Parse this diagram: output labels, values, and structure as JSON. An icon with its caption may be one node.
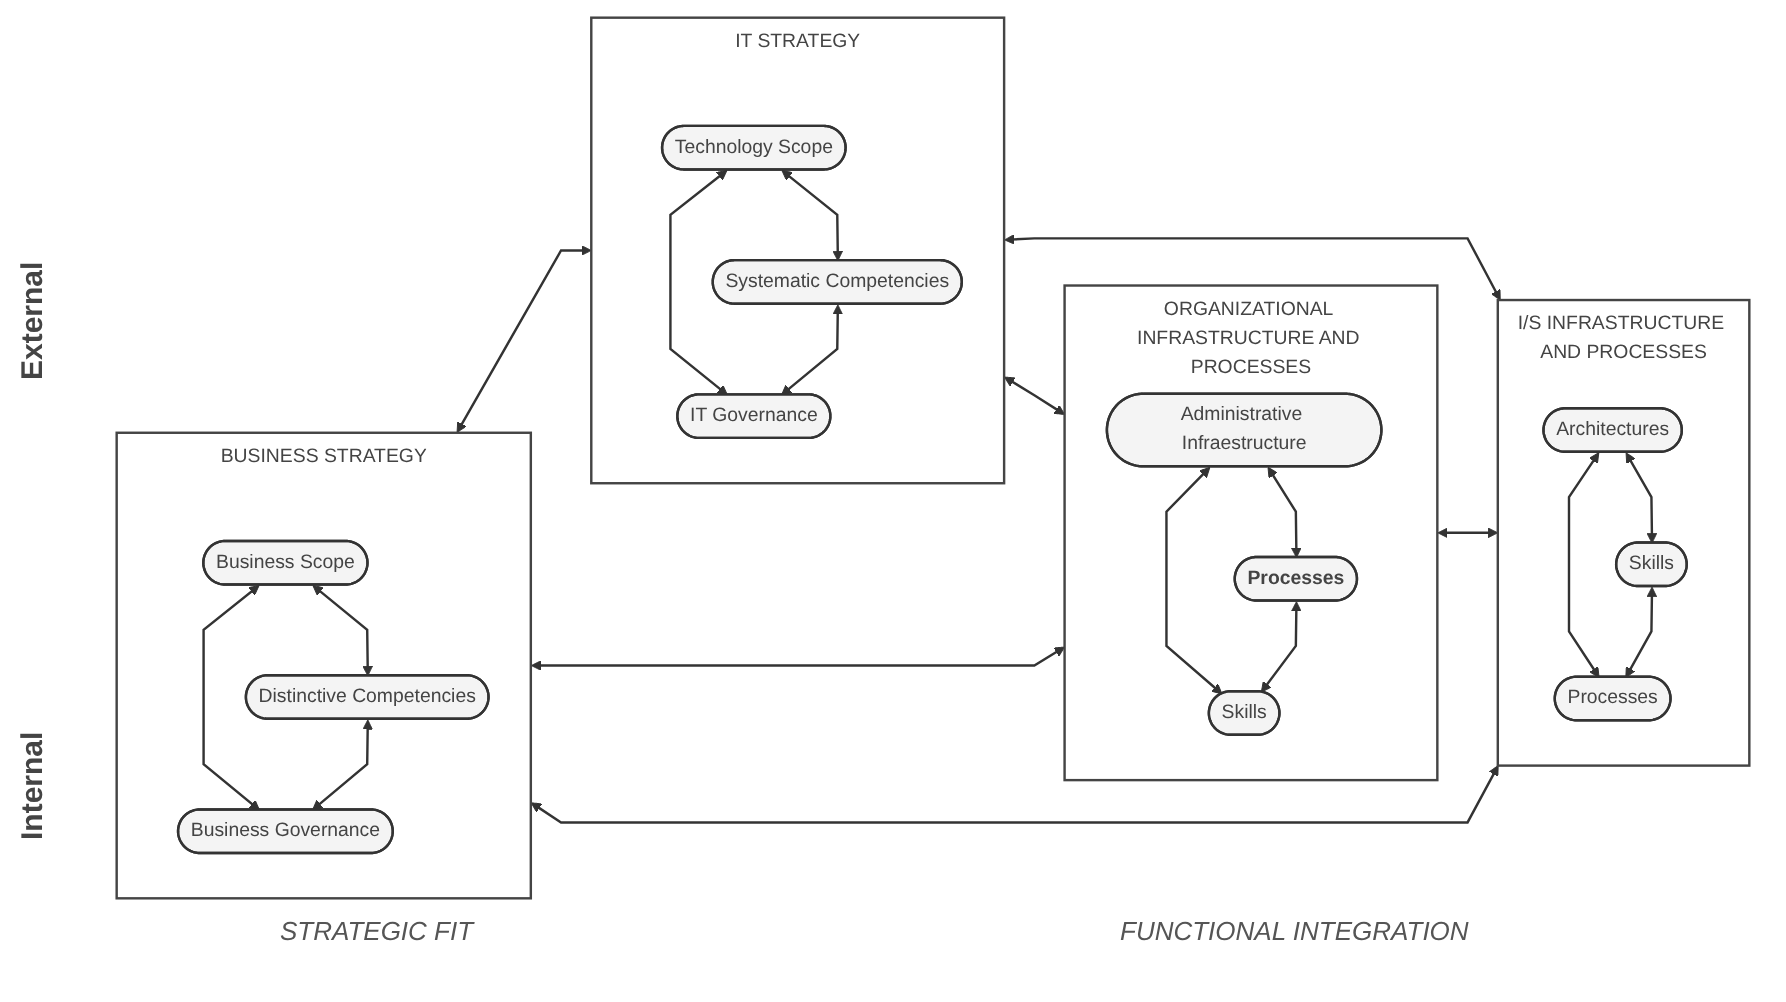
{
  "diagram": {
    "nodes": [
      {
        "text": [
          "BUSINESS STRATEGY"
        ]
      },
      {
        "text": [
          "Business Scope"
        ],
        "in": 0
      },
      {
        "text": [
          "Distinctive Competencies"
        ],
        "in": 0
      },
      {
        "text": [
          "Business Governance"
        ],
        "in": 0
      },
      {
        "text": [
          "IT STRATEGY"
        ]
      },
      {
        "text": [
          "Technology Scope"
        ],
        "in": 4
      },
      {
        "text": [
          "Systematic Competencies"
        ],
        "in": 4
      },
      {
        "text": [
          "IT Governance"
        ],
        "in": 4
      },
      {
        "text": [
          "ORGANIZATIONAL INFRASTRUCTURE AND PROCESSES"
        ]
      },
      {
        "text": [
          "Administrative Infraestructure"
        ],
        "in": 8
      },
      {
        "text": [
          "Processes"
        ],
        "in": 8
      },
      {
        "text": [
          "Skills"
        ],
        "in": 8
      },
      {
        "text": [
          "I/S INFRASTRUCTURE AND PROCESSES"
        ]
      },
      {
        "text": [
          "Architectures"
        ],
        "in": 12
      },
      {
        "text": [
          "Skills"
        ],
        "in": 12
      },
      {
        "text": [
          "Processes"
        ],
        "in": 12
      }
    ],
    "edges": [
      {
        "from": 1,
        "to": 2,
        "arrow": "both"
      },
      {
        "from": 1,
        "to": 3,
        "arrow": "both"
      },
      {
        "from": 2,
        "to": 3,
        "arrow": "both"
      },
      {
        "from": 5,
        "to": 6,
        "arrow": "both"
      },
      {
        "from": 5,
        "to": 7,
        "arrow": "both"
      },
      {
        "from": 6,
        "to": 7,
        "arrow": "both"
      },
      {
        "from": 9,
        "to": 10,
        "arrow": "both"
      },
      {
        "from": 9,
        "to": 11,
        "arrow": "both"
      },
      {
        "from": 10,
        "to": 11,
        "arrow": "both"
      },
      {
        "from": 13,
        "to": 14,
        "arrow": "both"
      },
      {
        "from": 13,
        "to": 15,
        "arrow": "both"
      },
      {
        "from": 14,
        "to": 15,
        "arrow": "both"
      },
      {
        "from": 0,
        "to": 4,
        "arrow": "both"
      },
      {
        "from": 0,
        "to": 8,
        "arrow": "both"
      },
      {
        "from": 4,
        "to": 12,
        "arrow": "both"
      },
      {
        "from": 8,
        "to": 12,
        "arrow": "both"
      },
      {
        "from": 0,
        "to": 12,
        "arrow": "both"
      },
      {
        "from": 4,
        "to": 8,
        "arrow": "both"
      }
    ],
    "labels": [
      "External",
      "Internal",
      "STRATEGIC FIT",
      "FUNCTIONAL INTEGRATION"
    ]
  }
}
